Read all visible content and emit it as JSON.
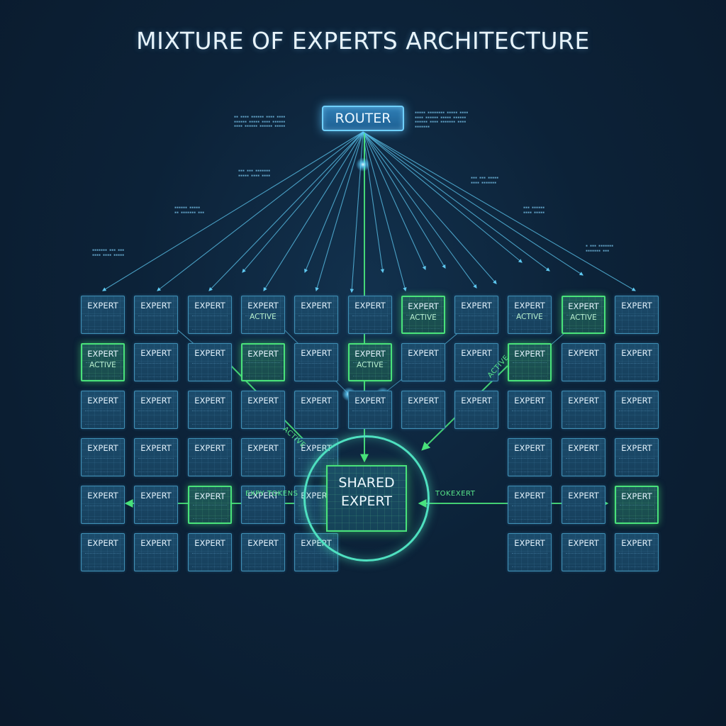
{
  "title": "MIXTURE OF EXPERTS ARCHITECTURE",
  "router": {
    "label": "ROUTER"
  },
  "expert_label": "EXPERT",
  "active_label": "ACTIVE",
  "shared_expert": {
    "line1": "SHARED",
    "line2": "EXPERT"
  },
  "flow_labels": {
    "left_tokens": "EXPY TOKENS",
    "right_tokens": "TOKEXERT",
    "active_left": "ACTIVE",
    "active_right": "ACTIVE"
  },
  "grid": {
    "rows": 6,
    "cols": 11,
    "active_cells": [
      [
        0,
        6
      ],
      [
        0,
        9
      ],
      [
        1,
        0
      ],
      [
        1,
        3
      ],
      [
        1,
        5
      ],
      [
        1,
        8
      ],
      [
        4,
        2
      ],
      [
        4,
        10
      ]
    ],
    "sublabel_cells": [
      [
        0,
        3
      ],
      [
        0,
        6
      ],
      [
        0,
        8
      ],
      [
        0,
        9
      ],
      [
        1,
        0
      ],
      [
        1,
        5
      ]
    ],
    "hidden_cells": [
      [
        3,
        5
      ],
      [
        3,
        6
      ],
      [
        3,
        7
      ],
      [
        4,
        5
      ],
      [
        4,
        6
      ],
      [
        4,
        7
      ],
      [
        5,
        5
      ],
      [
        5,
        6
      ],
      [
        5,
        7
      ]
    ]
  },
  "colors": {
    "line_blue": "#5ec8f0",
    "line_green": "#49e27a",
    "ring": "#4fe0c0"
  }
}
